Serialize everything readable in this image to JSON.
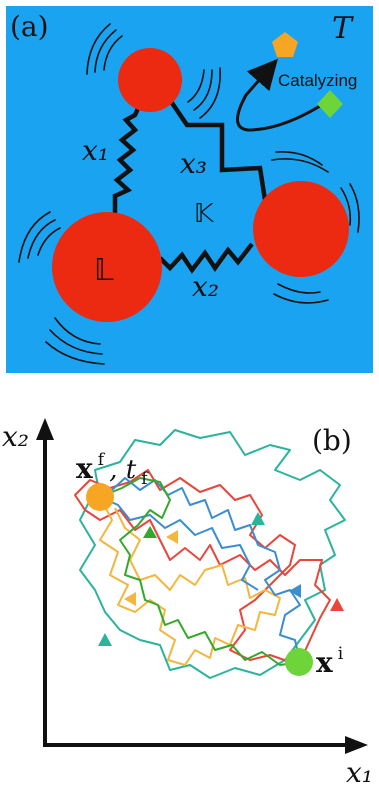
{
  "panel_a": {
    "label": "(a)",
    "temperature": "T",
    "catalyzing": "Catalyzing",
    "bond_x1": "x₁",
    "bond_x2": "x₂",
    "bond_x3": "x₃",
    "large_sphere": "𝕃",
    "right_sphere": "𝕂",
    "colors": {
      "background": "#1aa3f0",
      "sphere": "#ec2a12",
      "pentagon": "#f6a623",
      "diamond": "#6dd43a"
    }
  },
  "panel_b": {
    "label": "(b)",
    "axis_x": "x₁",
    "axis_y": "x₂",
    "final_state": "x",
    "final_sup": "f",
    "final_time": ", t",
    "final_time_sub": "f",
    "initial_state": "x",
    "initial_sup": "i",
    "colors": {
      "final_point": "#f6a623",
      "initial_point": "#6dd43a",
      "paths": [
        "#2bb39b",
        "#e8453c",
        "#f3b63f",
        "#3b8dd1",
        "#35a82c"
      ]
    }
  }
}
